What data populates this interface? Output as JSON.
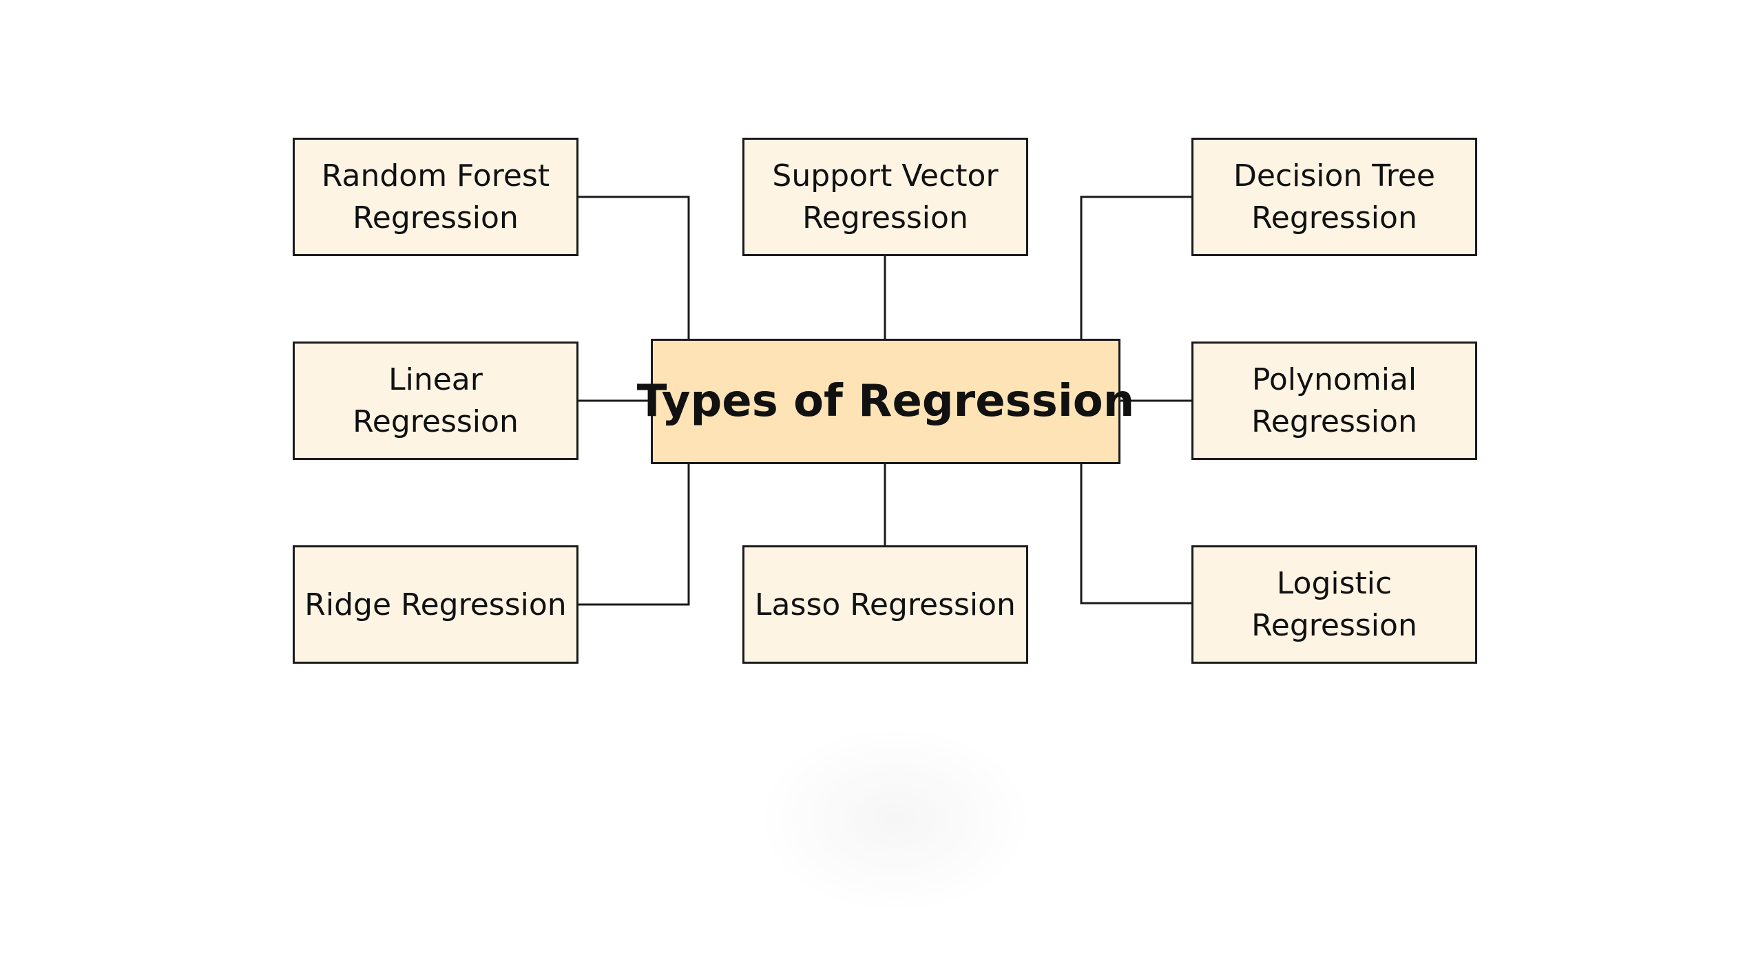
{
  "diagram": {
    "center": {
      "label": "Types of Regression"
    },
    "nodes": {
      "random_forest": {
        "label": "Random Forest\nRegression"
      },
      "support_vector": {
        "label": "Support Vector\nRegression"
      },
      "decision_tree": {
        "label": "Decision Tree\nRegression"
      },
      "linear": {
        "label": "Linear\nRegression"
      },
      "polynomial": {
        "label": "Polynomial\nRegression"
      },
      "ridge": {
        "label": "Ridge Regression"
      },
      "lasso": {
        "label": "Lasso Regression"
      },
      "logistic": {
        "label": "Logistic\nRegression"
      }
    }
  },
  "colors": {
    "center_fill": "#fde3b5",
    "node_fill": "#fdf4e4",
    "border": "#1a1a1a",
    "line": "#1a1a1a",
    "background": "#ffffff"
  }
}
